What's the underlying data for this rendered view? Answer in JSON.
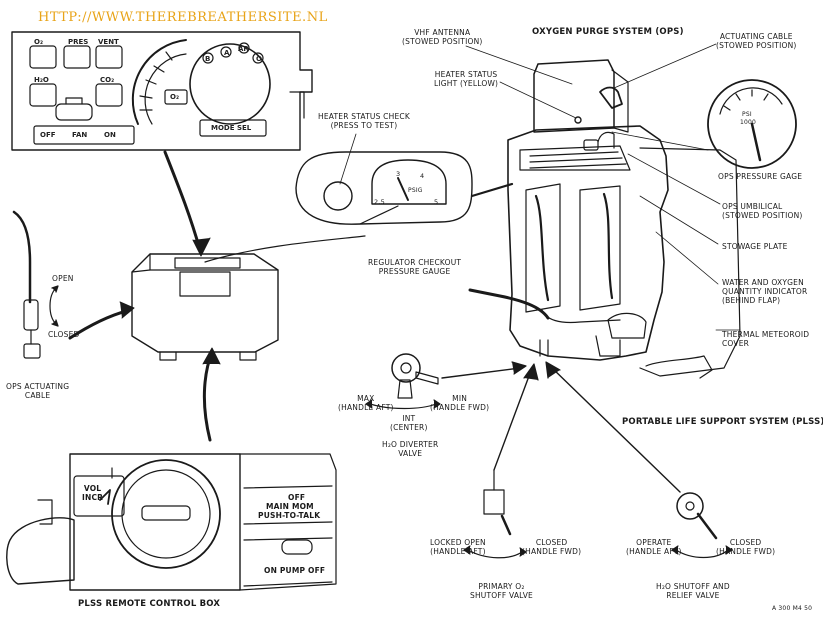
{
  "header": {
    "url": "HTTP://WWW.THEREBREATHERSITE.NL"
  },
  "panel": {
    "indicators": [
      "O₂",
      "PRES",
      "VENT",
      "H₂O",
      "CO₂"
    ],
    "fan": [
      "OFF",
      "FAN",
      "ON"
    ],
    "mode_letters": [
      "A",
      "AR",
      "B",
      "O"
    ],
    "o2_label": "O₂",
    "mode_sel": "MODE SEL"
  },
  "labels": {
    "vhf_antenna": [
      "VHF ANTENNA",
      "(STOWED POSITION)"
    ],
    "ops_title": "OXYGEN PURGE SYSTEM (OPS)",
    "actuating_cable": [
      "ACTUATING CABLE",
      "(STOWED POSITION)"
    ],
    "heater_light": [
      "HEATER STATUS",
      "LIGHT (YELLOW)"
    ],
    "heater_check": [
      "HEATER STATUS CHECK",
      "(PRESS TO TEST)"
    ],
    "ops_gage": "OPS PRESSURE GAGE",
    "ops_umbilical": [
      "OPS UMBILICAL",
      "(STOWED POSITION)"
    ],
    "stowage_plate": "STOWAGE PLATE",
    "water_o2": [
      "WATER AND OXYGEN",
      "QUANTITY INDICATOR",
      "(BEHIND FLAP)"
    ],
    "thermal": [
      "THERMAL METEOROID",
      "COVER"
    ],
    "regulator": [
      "REGULATOR CHECKOUT",
      "PRESSURE GAUGE"
    ],
    "open": "OPEN",
    "closed": "CLOSED",
    "ops_act_cable": [
      "OPS ACTUATING",
      "CABLE"
    ],
    "max": [
      "MAX",
      "(HANDLE AFT)"
    ],
    "min": [
      "MIN",
      "(HANDLE FWD)"
    ],
    "int": [
      "INT",
      "(CENTER)"
    ],
    "h2o_diverter": [
      "H₂O DIVERTER",
      "VALVE"
    ],
    "plss": "PORTABLE LIFE SUPPORT SYSTEM (PLSS)",
    "locked_open": [
      "LOCKED OPEN",
      "(HANDLE AFT)"
    ],
    "closed_fwd": [
      "CLOSED",
      "(HANDLE FWD)"
    ],
    "primary_o2": [
      "PRIMARY O₂",
      "SHUTOFF VALVE"
    ],
    "operate": [
      "OPERATE",
      "(HANDLE AFT)"
    ],
    "h2o_shutoff": [
      "H₂O SHUTOFF AND",
      "RELIEF VALVE"
    ],
    "remote_box": "PLSS REMOTE CONTROL BOX",
    "vol_incr": [
      "VOL",
      "INCR"
    ],
    "switch_off": "OFF",
    "main_mom": "MAIN MOM",
    "push_to_talk": "PUSH-TO-TALK",
    "on_pump_off": "ON PUMP OFF",
    "fig_id": "A 300 M4 50"
  },
  "gauges": {
    "regulator_ticks": [
      "2.5",
      "3",
      "4",
      "5"
    ],
    "regulator_unit": "PSIG",
    "ops_unit": "PSI",
    "ops_scale": "1000"
  }
}
